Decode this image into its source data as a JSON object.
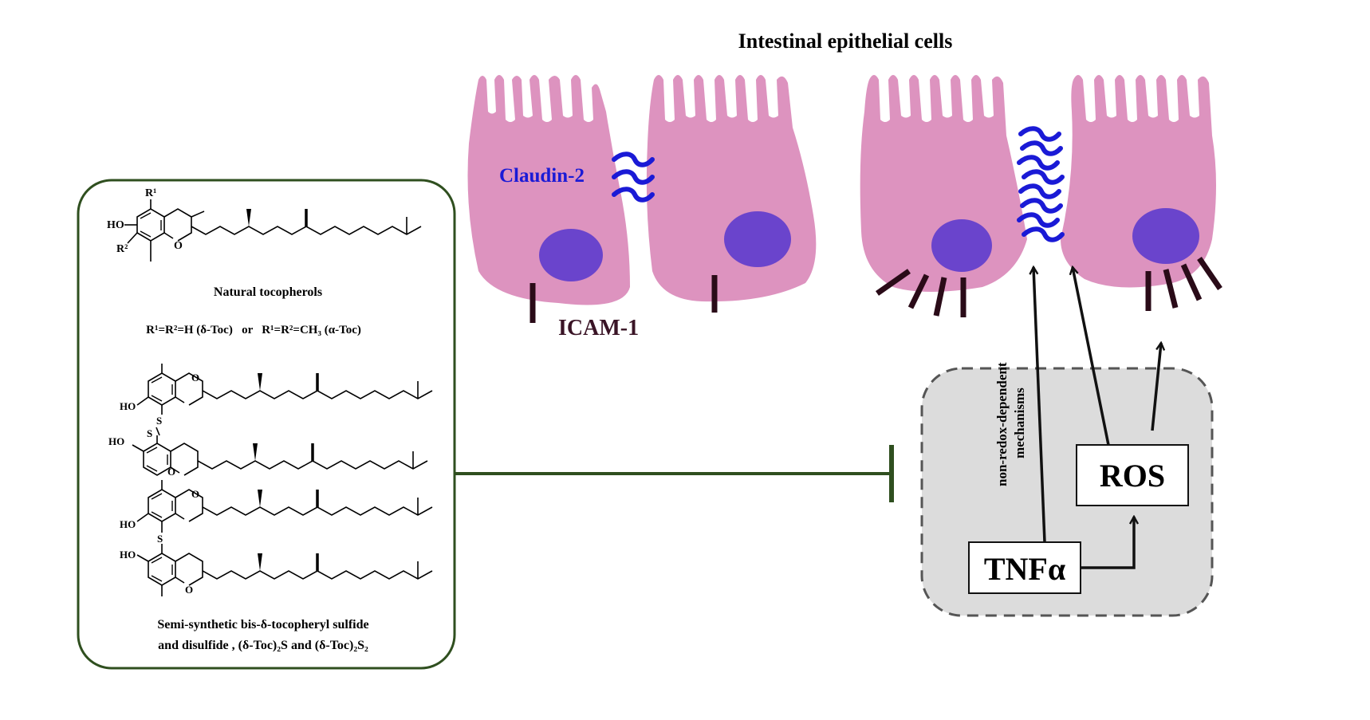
{
  "header": {
    "title": "Intestinal epithelial cells"
  },
  "labels": {
    "claudin": "Claudin-2",
    "icam": "ICAM-1",
    "mechanism_line1": "non-redox-dependent",
    "mechanism_line2": "mechanisms",
    "ros": "ROS",
    "tnf": "TNFα"
  },
  "compound_box": {
    "natural_title": "Natural tocopherols",
    "natural_formula": "R¹=R²=H (δ-Toc)   or   R¹=R²=CH₃ (α-Toc)",
    "semi_caption_line1": "Semi-synthetic bis-δ-tocopheryl sulfide",
    "semi_caption_line2": "and disulfide , (δ-Toc)₂S and (δ-Toc)₂S₂",
    "atoms": {
      "ho": "HO",
      "o": "O",
      "s": "S",
      "r1": "R¹",
      "r2": "R²"
    }
  },
  "colors": {
    "cell_fill": "#dd93bf",
    "nucleus_fill": "#6a44cc",
    "claudin_stroke": "#1a1ad6",
    "icam_stroke": "#2a0b18",
    "box_border": "#2f4f1f",
    "inhibition_line": "#2f4f1f",
    "dashed_box_fill": "#dcdcdc",
    "dashed_box_border": "#555555"
  }
}
